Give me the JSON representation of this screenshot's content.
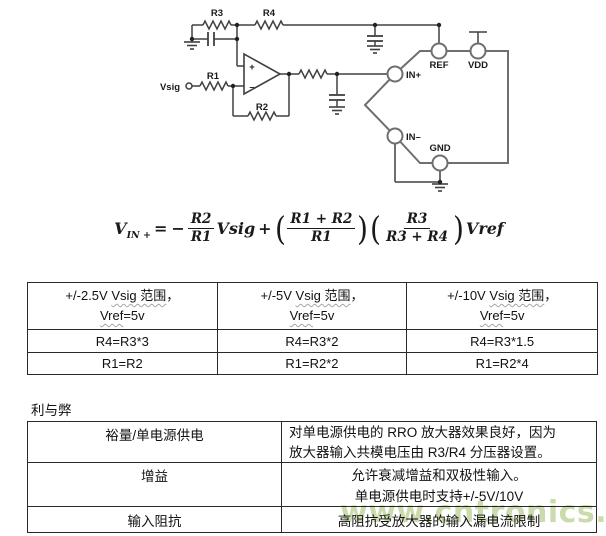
{
  "circuit": {
    "labels": {
      "r1": "R1",
      "r2": "R2",
      "r3": "R3",
      "r4": "R4",
      "vsig": "Vsig"
    },
    "opamp": {
      "plus": "+",
      "minus": "–"
    },
    "pins": {
      "in_plus": "IN+",
      "in_minus": "IN–",
      "ref": "REF",
      "vdd": "VDD",
      "gnd": "GND"
    }
  },
  "formula": {
    "lhs": "V",
    "lhs_sub": "IN +",
    "equals": "=",
    "minus": "−",
    "plus": "+",
    "lparen": "(",
    "rparen": ")",
    "frac1": {
      "num": "R2",
      "den": "R1"
    },
    "vsig": "Vsig",
    "frac2": {
      "num": "R1 + R2",
      "den": "R1"
    },
    "frac3": {
      "num": "R3",
      "den": "R3 + R4"
    },
    "vref": "Vref"
  },
  "table1": {
    "columns": [
      {
        "range_prefix": "+/-2.5V ",
        "range_underlined": "Vsig 范围",
        "range_suffix": "，",
        "vref": "Vref",
        "vref_suffix": "=5v",
        "r4": "R4=R3*3",
        "r1": "R1=R2"
      },
      {
        "range_prefix": "+/-5V ",
        "range_underlined": "Vsig 范围",
        "range_suffix": "，",
        "vref": "Vref",
        "vref_suffix": "=5v",
        "r4": "R4=R3*2",
        "r1": "R1=R2*2"
      },
      {
        "range_prefix": "+/-10V ",
        "range_underlined": "Vsig 范围",
        "range_suffix": "，",
        "vref": "Vref",
        "vref_suffix": "=5v",
        "r4": "R4=R3*1.5",
        "r1": "R1=R2*4"
      }
    ]
  },
  "pros_cons": {
    "title": "利与弊",
    "rows": [
      {
        "label": "裕量/单电源供电",
        "detail_lines": [
          "对单电源供电的 RRO 放大器效果良好，因为",
          "放大器输入共模电压由 R3/R4 分压器设置。"
        ]
      },
      {
        "label": "增益",
        "detail_lines": [
          "允许衰减增益和双极性输入。",
          "单电源供电时支持+/-5V/10V"
        ]
      },
      {
        "label": "输入阻抗",
        "detail_lines": [
          "高阻抗受放大器的输入漏电流限制"
        ]
      }
    ]
  },
  "watermark": {
    "text": "www.cntronics.com",
    "color": "#b7cd8d"
  }
}
